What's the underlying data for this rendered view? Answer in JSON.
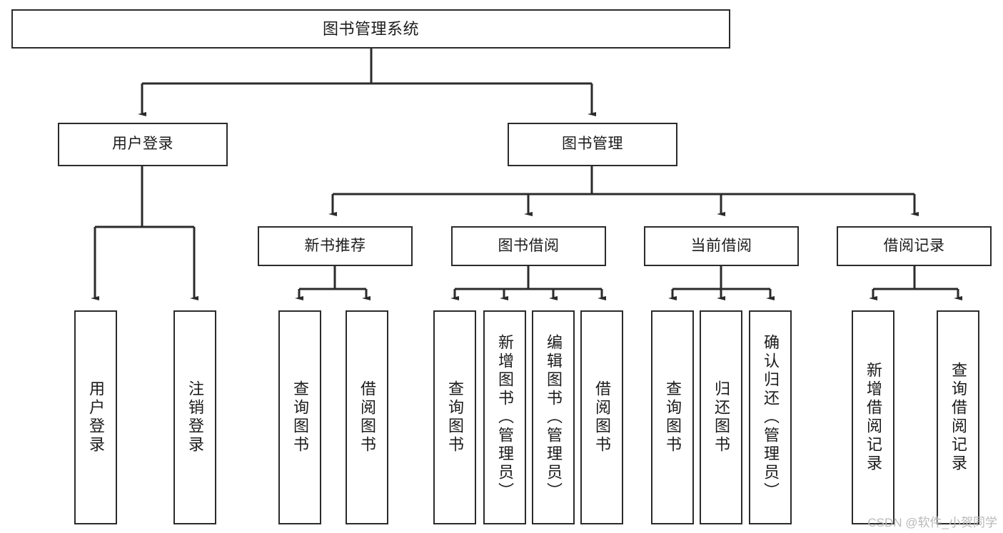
{
  "diagram": {
    "title": "图书管理系统",
    "type": "tree-hierarchy-chart",
    "orientation": "top-down",
    "line_color": "#2b2b2b",
    "box_fill": "#ffffff",
    "text_color": "#1b1b1b"
  },
  "watermark": {
    "text": "CSDN @软件_小贺同学",
    "color": "#b9b9b9"
  },
  "nodes": {
    "root": {
      "label": "图书管理系统"
    },
    "level2": [
      {
        "label": "用户登录"
      },
      {
        "label": "图书管理"
      }
    ],
    "level3": [
      {
        "label": "新书推荐"
      },
      {
        "label": "图书借阅"
      },
      {
        "label": "当前借阅"
      },
      {
        "label": "借阅记录"
      }
    ],
    "leaves": {
      "user_login": [
        {
          "label": "用户登录"
        },
        {
          "label": "注销登录"
        }
      ],
      "new_book_recommend": [
        {
          "label": "查询图书"
        },
        {
          "label": "借阅图书"
        }
      ],
      "book_borrow": [
        {
          "label": "查询图书"
        },
        {
          "label": "新增图书（管理员）"
        },
        {
          "label": "编辑图书（管理员）"
        },
        {
          "label": "借阅图书"
        }
      ],
      "current_borrow": [
        {
          "label": "查询图书"
        },
        {
          "label": "归还图书"
        },
        {
          "label": "确认归还（管理员）"
        }
      ],
      "borrow_record": [
        {
          "label": "新增借阅记录"
        },
        {
          "label": "查询借阅记录"
        }
      ]
    }
  }
}
